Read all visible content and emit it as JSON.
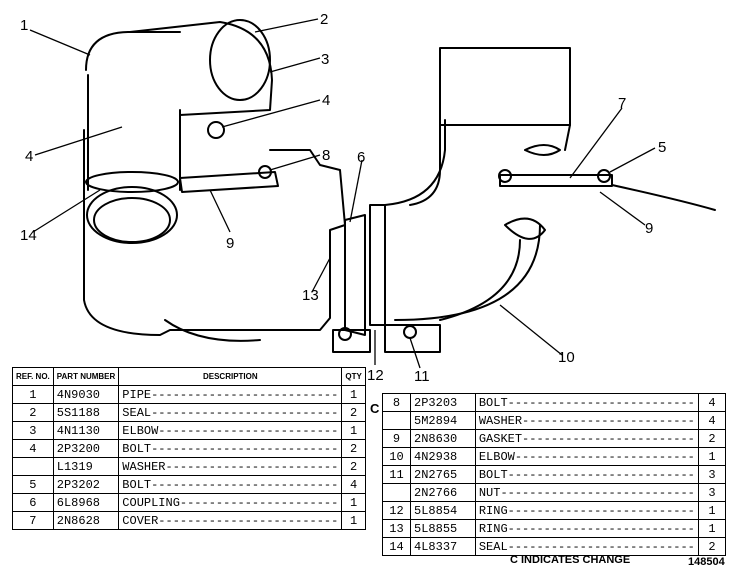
{
  "callouts": [
    "1",
    "2",
    "3",
    "4",
    "4",
    "14",
    "8",
    "6",
    "9",
    "13",
    "7",
    "5",
    "9",
    "12",
    "11",
    "10"
  ],
  "table_left": {
    "headers": [
      "REF. NO.",
      "PART NUMBER",
      "DESCRIPTION",
      "QTY"
    ],
    "rows": [
      {
        "ref": "1",
        "part": "4N9030",
        "desc": "PIPE--------------------------",
        "qty": "1"
      },
      {
        "ref": "2",
        "part": "5S1188",
        "desc": "SEAL--------------------------",
        "qty": "2"
      },
      {
        "ref": "3",
        "part": "4N1130",
        "desc": "ELBOW-------------------------",
        "qty": "1"
      },
      {
        "ref": "4",
        "part": "2P3200",
        "desc": "BOLT--------------------------",
        "qty": "2"
      },
      {
        "ref": "",
        "part": "L1319",
        "desc": "WASHER------------------------",
        "qty": "2"
      },
      {
        "ref": "5",
        "part": "2P3202",
        "desc": "BOLT--------------------------",
        "qty": "4"
      },
      {
        "ref": "6",
        "part": "6L8968",
        "desc": "COUPLING----------------------",
        "qty": "1"
      },
      {
        "ref": "7",
        "part": "2N8628",
        "desc": "COVER-------------------------",
        "qty": "1"
      }
    ]
  },
  "table_right": {
    "change_marker": "C",
    "rows": [
      {
        "ref": "8",
        "part": "2P3203",
        "desc": "BOLT--------------------------",
        "qty": "4"
      },
      {
        "ref": "",
        "part": "5M2894",
        "desc": "WASHER------------------------",
        "qty": "4"
      },
      {
        "ref": "9",
        "part": "2N8630",
        "desc": "GASKET------------------------",
        "qty": "2"
      },
      {
        "ref": "10",
        "part": "4N2938",
        "desc": "ELBOW-------------------------",
        "qty": "1"
      },
      {
        "ref": "11",
        "part": "2N2765",
        "desc": "BOLT--------------------------",
        "qty": "3"
      },
      {
        "ref": "",
        "part": "2N2766",
        "desc": "NUT---------------------------",
        "qty": "3"
      },
      {
        "ref": "12",
        "part": "5L8854",
        "desc": "RING--------------------------",
        "qty": "1"
      },
      {
        "ref": "13",
        "part": "5L8855",
        "desc": "RING--------------------------",
        "qty": "1"
      },
      {
        "ref": "14",
        "part": "4L8337",
        "desc": "SEAL--------------------------",
        "qty": "2"
      }
    ]
  },
  "footer": {
    "change_note": "C INDICATES CHANGE",
    "image_id": "148504"
  }
}
